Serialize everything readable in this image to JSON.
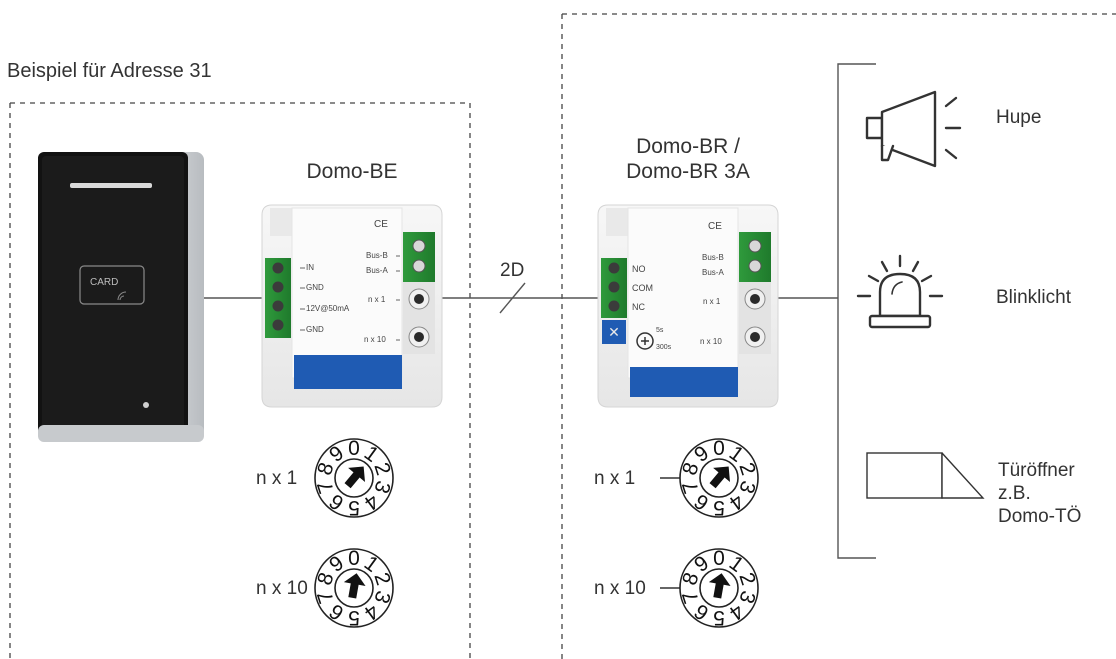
{
  "example_title": "Beispiel für Adresse 31",
  "bus_label": "2D",
  "card_reader": {
    "label": "CARD"
  },
  "domo_be": {
    "title": "Domo-BE",
    "ce": "CE",
    "left_terminals": [
      "IN",
      "GND",
      "12V@50mA",
      "GND"
    ],
    "right_labels": [
      "Bus-B",
      "Bus-A",
      "n x 1",
      "n x 10"
    ]
  },
  "domo_br": {
    "title_line1": "Domo-BR /",
    "title_line2": "Domo-BR 3A",
    "ce": "CE",
    "left_terminals": [
      "NO",
      "COM",
      "NC"
    ],
    "timer_top": "5s",
    "timer_bottom": "300s",
    "right_labels": [
      "Bus-B",
      "Bus-A",
      "n x 1",
      "n x 10"
    ]
  },
  "dials": {
    "left_ones_label": "n x 1",
    "left_tens_label": "n x 10",
    "right_ones_label": "n x 1",
    "right_tens_label": "n x 10",
    "digits": [
      "0",
      "1",
      "2",
      "3",
      "4",
      "5",
      "6",
      "7",
      "8",
      "9"
    ]
  },
  "outputs": {
    "horn": "Hupe",
    "beacon": "Blinklicht",
    "door_opener_line1": "Türöffner",
    "door_opener_line2": "z.B.",
    "door_opener_line3": "Domo-TÖ"
  },
  "icons": [
    "card-reader-icon",
    "horn-icon",
    "beacon-icon",
    "door-opener-icon",
    "rotary-switch-icon"
  ]
}
